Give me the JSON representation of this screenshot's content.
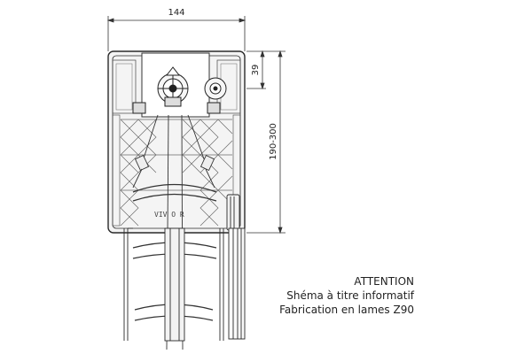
{
  "dimensions": {
    "width": "144",
    "top_height": "39",
    "total_height": "190-300"
  },
  "housing_label": "VIV    O R",
  "note": {
    "line1": "ATTENTION",
    "line2": "Shéma à titre informatif",
    "line3": "Fabrication en lames Z90"
  },
  "colors": {
    "line": "#2a2a2a",
    "hatch": "#6a6a6a",
    "fill": "#efefef"
  }
}
